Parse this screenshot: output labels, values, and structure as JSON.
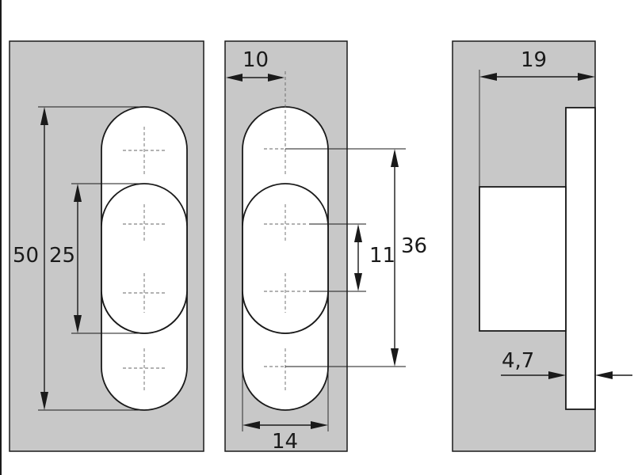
{
  "drawing": {
    "views": [
      "front",
      "side-front",
      "side-profile"
    ],
    "dimensions": {
      "overall_height": "50",
      "inner_height": "25",
      "top_offset": "10",
      "hole_spacing_small": "11",
      "hole_spacing_large": "36",
      "width": "14",
      "depth": "19",
      "flange_thickness": "4,7"
    }
  }
}
